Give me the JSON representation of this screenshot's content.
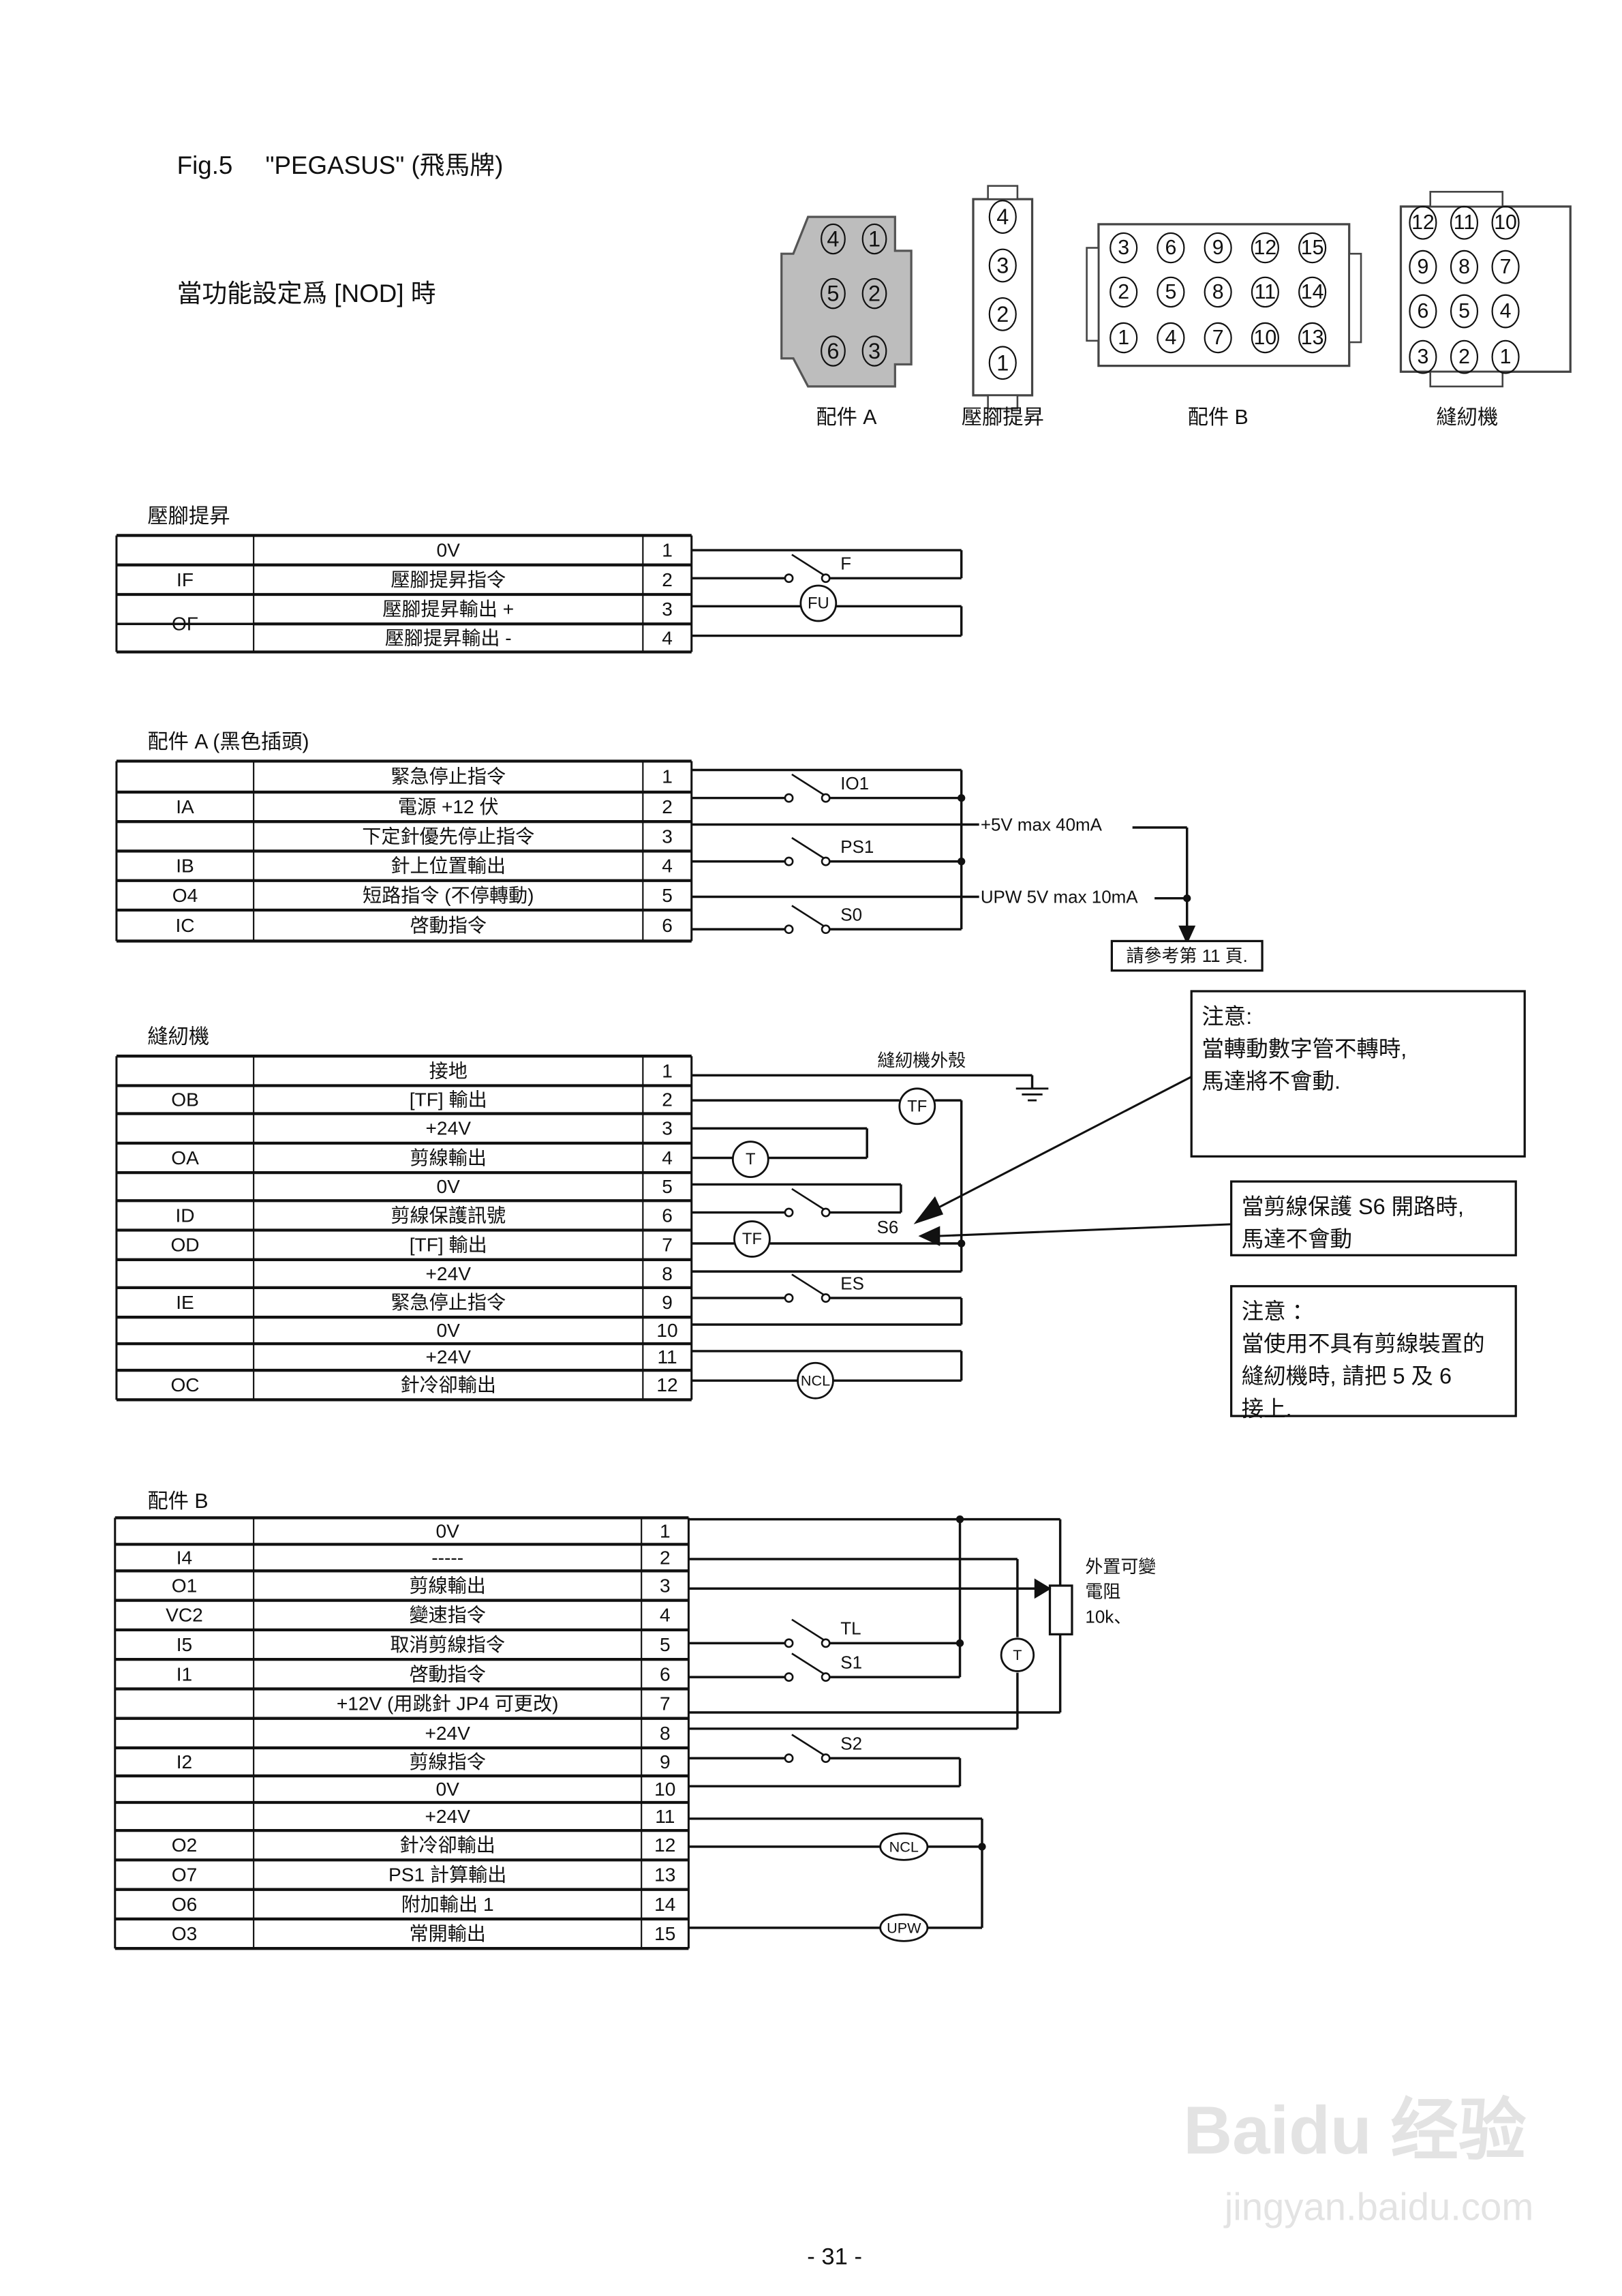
{
  "header": {
    "fig": "Fig.5",
    "brand": "\"PEGASUS\" (飛馬牌)",
    "mode": "當功能設定爲  [NOD]  時"
  },
  "connectors": {
    "part_a": {
      "label": "配件  A",
      "pins": [
        [
          "4",
          "1"
        ],
        [
          "5",
          "2"
        ],
        [
          "6",
          "3"
        ]
      ]
    },
    "presser": {
      "label": "壓腳提昇",
      "pins": [
        "4",
        "3",
        "2",
        "1"
      ]
    },
    "part_b": {
      "label": "配件  B",
      "pins": [
        [
          "3",
          "6",
          "9",
          "12",
          "15"
        ],
        [
          "2",
          "5",
          "8",
          "11",
          "14"
        ],
        [
          "1",
          "4",
          "7",
          "10",
          "13"
        ]
      ]
    },
    "sewing": {
      "label": "縫紉機",
      "pins": [
        [
          "12",
          "11",
          "10"
        ],
        [
          "9",
          "8",
          "7"
        ],
        [
          "6",
          "5",
          "4"
        ],
        [
          "3",
          "2",
          "1"
        ]
      ]
    }
  },
  "presser": {
    "title": "壓腳提昇",
    "rows": [
      {
        "signal": "",
        "function": "0V",
        "pin": "1"
      },
      {
        "signal": "IF",
        "function": "壓腳提昇指令",
        "pin": "2"
      },
      {
        "signal": "OF",
        "function": "壓腳提昇輸出  +",
        "pin": "3"
      },
      {
        "signal": "",
        "function": "壓腳提昇輸出  -",
        "pin": "4"
      }
    ],
    "switch": "F",
    "load": "FU"
  },
  "part_a": {
    "title": "配件  A (黑色插頭)",
    "rows": [
      {
        "signal": "",
        "function": "緊急停止指令",
        "pin": "1"
      },
      {
        "signal": "IA",
        "function": "電源  +12 伏",
        "pin": "2"
      },
      {
        "signal": "",
        "function": "下定針優先停止指令",
        "pin": "3"
      },
      {
        "signal": "IB",
        "function": "針上位置輸出",
        "pin": "4"
      },
      {
        "signal": "O4",
        "function": "短路指令  (不停轉動)",
        "pin": "5"
      },
      {
        "signal": "IC",
        "function": "啓動指令",
        "pin": "6"
      }
    ],
    "switches": [
      "IO1",
      "PS1",
      "S0"
    ],
    "supply": "+5V max 40mA",
    "upw": "UPW 5V max 10mA",
    "reference": "請參考第 11 頁."
  },
  "sewing": {
    "title": "縫紉機",
    "rows": [
      {
        "signal": "",
        "function": "接地",
        "pin": "1"
      },
      {
        "signal": "OB",
        "function": "[TF]  輸出",
        "pin": "2"
      },
      {
        "signal": "",
        "function": "+24V",
        "pin": "3"
      },
      {
        "signal": "OA",
        "function": "剪線輸出",
        "pin": "4"
      },
      {
        "signal": "",
        "function": "0V",
        "pin": "5"
      },
      {
        "signal": "ID",
        "function": "剪線保護訊號",
        "pin": "6"
      },
      {
        "signal": "OD",
        "function": "[TF]  輸出",
        "pin": "7"
      },
      {
        "signal": "",
        "function": "+24V",
        "pin": "8"
      },
      {
        "signal": "IE",
        "function": "緊急停止指令",
        "pin": "9"
      },
      {
        "signal": "",
        "function": "0V",
        "pin": "10"
      },
      {
        "signal": "",
        "function": "+24V",
        "pin": "11"
      },
      {
        "signal": "OC",
        "function": "針冷卻輸出",
        "pin": "12"
      }
    ],
    "ground_label": "縫紉機外殼",
    "tf_1": "TF",
    "t": "T",
    "s6": "S6",
    "tf_2": "TF",
    "es": "ES",
    "ncl": "NCL"
  },
  "notes": [
    {
      "lines": [
        "注意:",
        "當轉動數字管不轉時,",
        "馬達將不會動."
      ]
    },
    {
      "lines": [
        "當剪線保護 S6  開路時,",
        "馬達不會動"
      ]
    },
    {
      "lines": [
        "注意  ：",
        "當使用不具有剪線裝置的",
        "縫紉機時,  請把 5  及  6",
        "接上."
      ]
    }
  ],
  "part_b": {
    "title": "配件 B",
    "rows": [
      {
        "signal": "",
        "function": "0V",
        "pin": "1"
      },
      {
        "signal": "I4",
        "function": "-----",
        "pin": "2"
      },
      {
        "signal": "O1",
        "function": "剪線輸出",
        "pin": "3"
      },
      {
        "signal": "VC2",
        "function": "變速指令",
        "pin": "4"
      },
      {
        "signal": "I5",
        "function": "取消剪線指令",
        "pin": "5"
      },
      {
        "signal": "I1",
        "function": "啓動指令",
        "pin": "6"
      },
      {
        "signal": "",
        "function": "+12V   (用跳針  JP4  可更改)",
        "pin": "7"
      },
      {
        "signal": "",
        "function": "+24V",
        "pin": "8"
      },
      {
        "signal": "I2",
        "function": "剪線指令",
        "pin": "9"
      },
      {
        "signal": "",
        "function": "0V",
        "pin": "10"
      },
      {
        "signal": "",
        "function": "+24V",
        "pin": "11"
      },
      {
        "signal": "O2",
        "function": "針冷卻輸出",
        "pin": "12"
      },
      {
        "signal": "O7",
        "function": "PS1  計算輸出",
        "pin": "13"
      },
      {
        "signal": "O6",
        "function": "附加輸出  1",
        "pin": "14"
      },
      {
        "signal": "O3",
        "function": "常開輸出",
        "pin": "15"
      }
    ],
    "tl": "TL",
    "s1": "S1",
    "s2": "S2",
    "t": "T",
    "ncl": "NCL",
    "upw": "UPW",
    "resistor": [
      "外置可變",
      "電阻",
      "10k、"
    ]
  },
  "page_number": "- 31 -",
  "watermark": {
    "brand": "Baidu 经验",
    "url": "jingyan.baidu.com"
  },
  "colors": {
    "ink": "#111111",
    "connector_fill": "#bdbdbd",
    "watermark": "#d8d8d8"
  }
}
